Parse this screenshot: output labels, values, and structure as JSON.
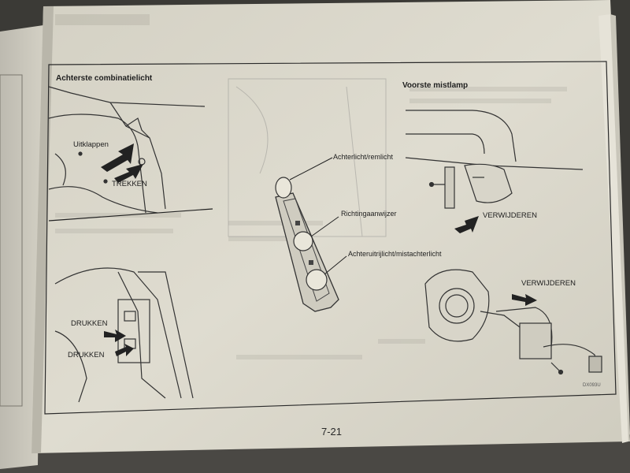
{
  "page": {
    "number": "7-21",
    "figure_code": "DX093U"
  },
  "left": {
    "heading": "Achterste combinatielicht",
    "label_uitklappen": "Uitklappen",
    "label_trekken": "TREKKEN",
    "label_drukken_1": "DRUKKEN",
    "label_drukken_2": "DRUKKEN"
  },
  "center": {
    "callout_1": "Achterlicht/remlicht",
    "callout_2": "Richtingaanwijzer",
    "callout_3": "Achteruitrijlicht/mistachterlicht"
  },
  "right": {
    "heading": "Voorste mistlamp",
    "label_verwijderen_1": "VERWIJDEREN",
    "label_verwijderen_2": "VERWIJDEREN"
  },
  "colors": {
    "paper": "#dcd9cc",
    "ink": "#1e1e1e",
    "background": "#3b3a36"
  }
}
